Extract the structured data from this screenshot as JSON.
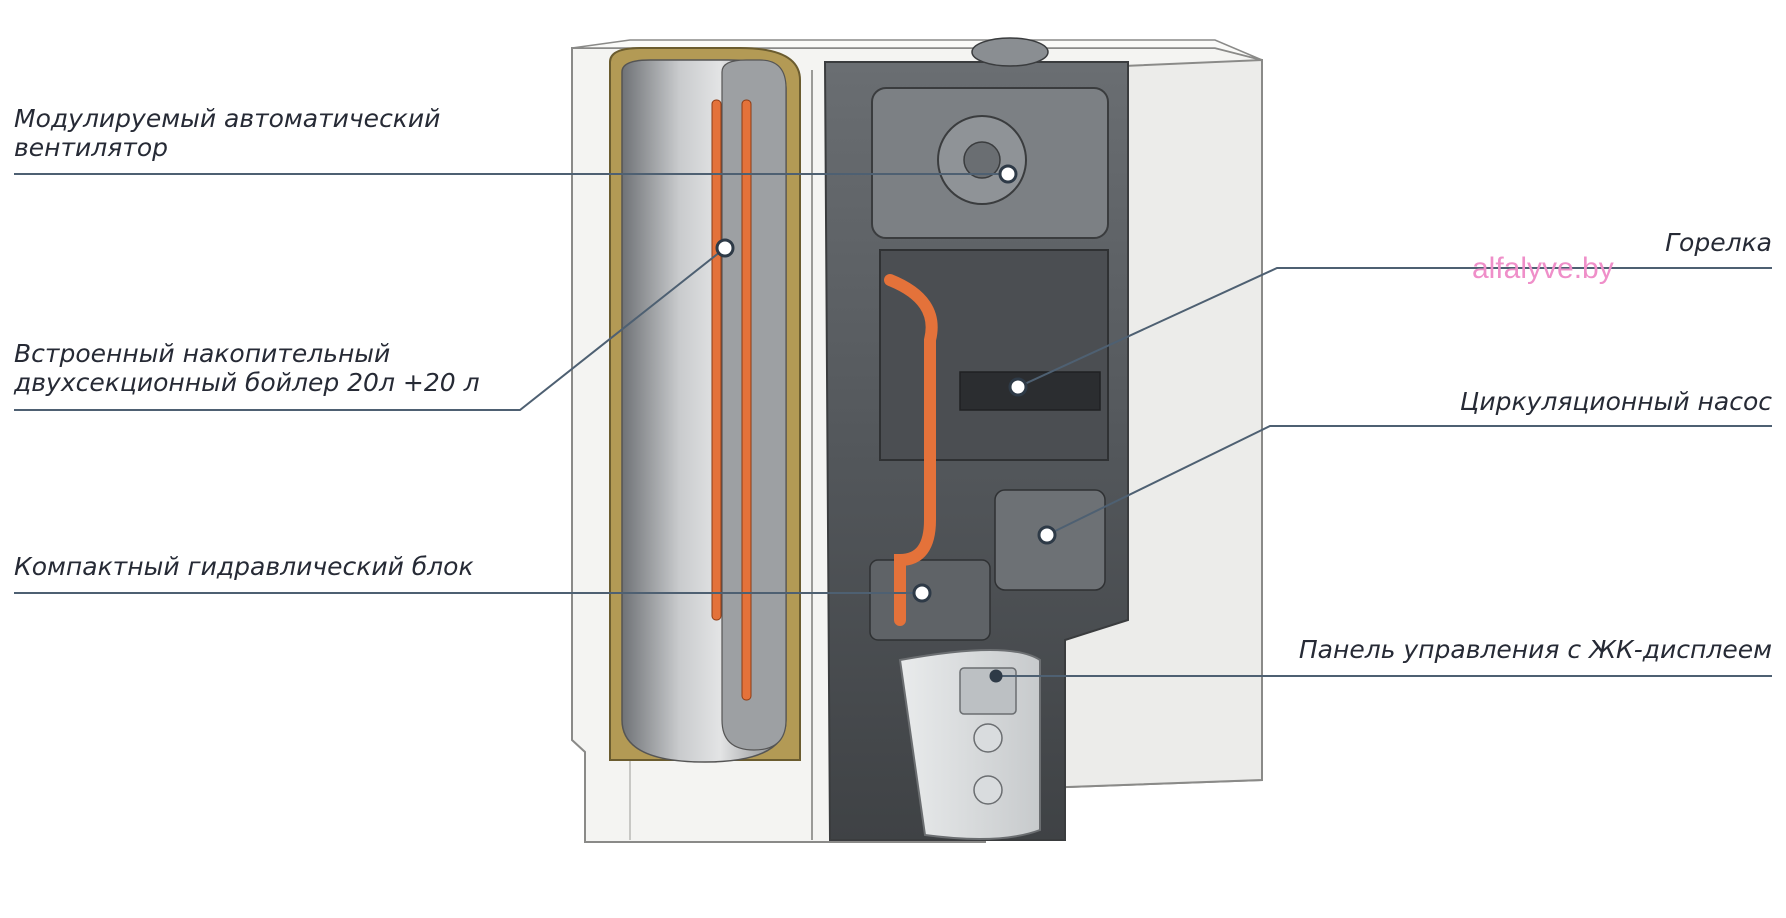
{
  "labels": {
    "fan": "Модулируемый автоматический\nвентилятор",
    "tank": "Встроенный накопительный\nдвухсекционный бойлер 20л +20 л",
    "hydro": "Компактный гидравлический блок",
    "burner": "Горелка",
    "pump": "Циркуляционный насос",
    "panel": "Панель управления с ЖК-дисплеем"
  },
  "watermark": "alfalyve.by",
  "colors": {
    "leader_line": "#4e6072",
    "label_text": "#262a35",
    "casing": "#f4f4f2",
    "casing_edge": "#8a8a88",
    "interior": "#5e6266",
    "copper_pipe": "#e4723a",
    "insulation": "#b39a55",
    "tank_steel": "#a9abae",
    "watermark": "#ef8fc9"
  }
}
